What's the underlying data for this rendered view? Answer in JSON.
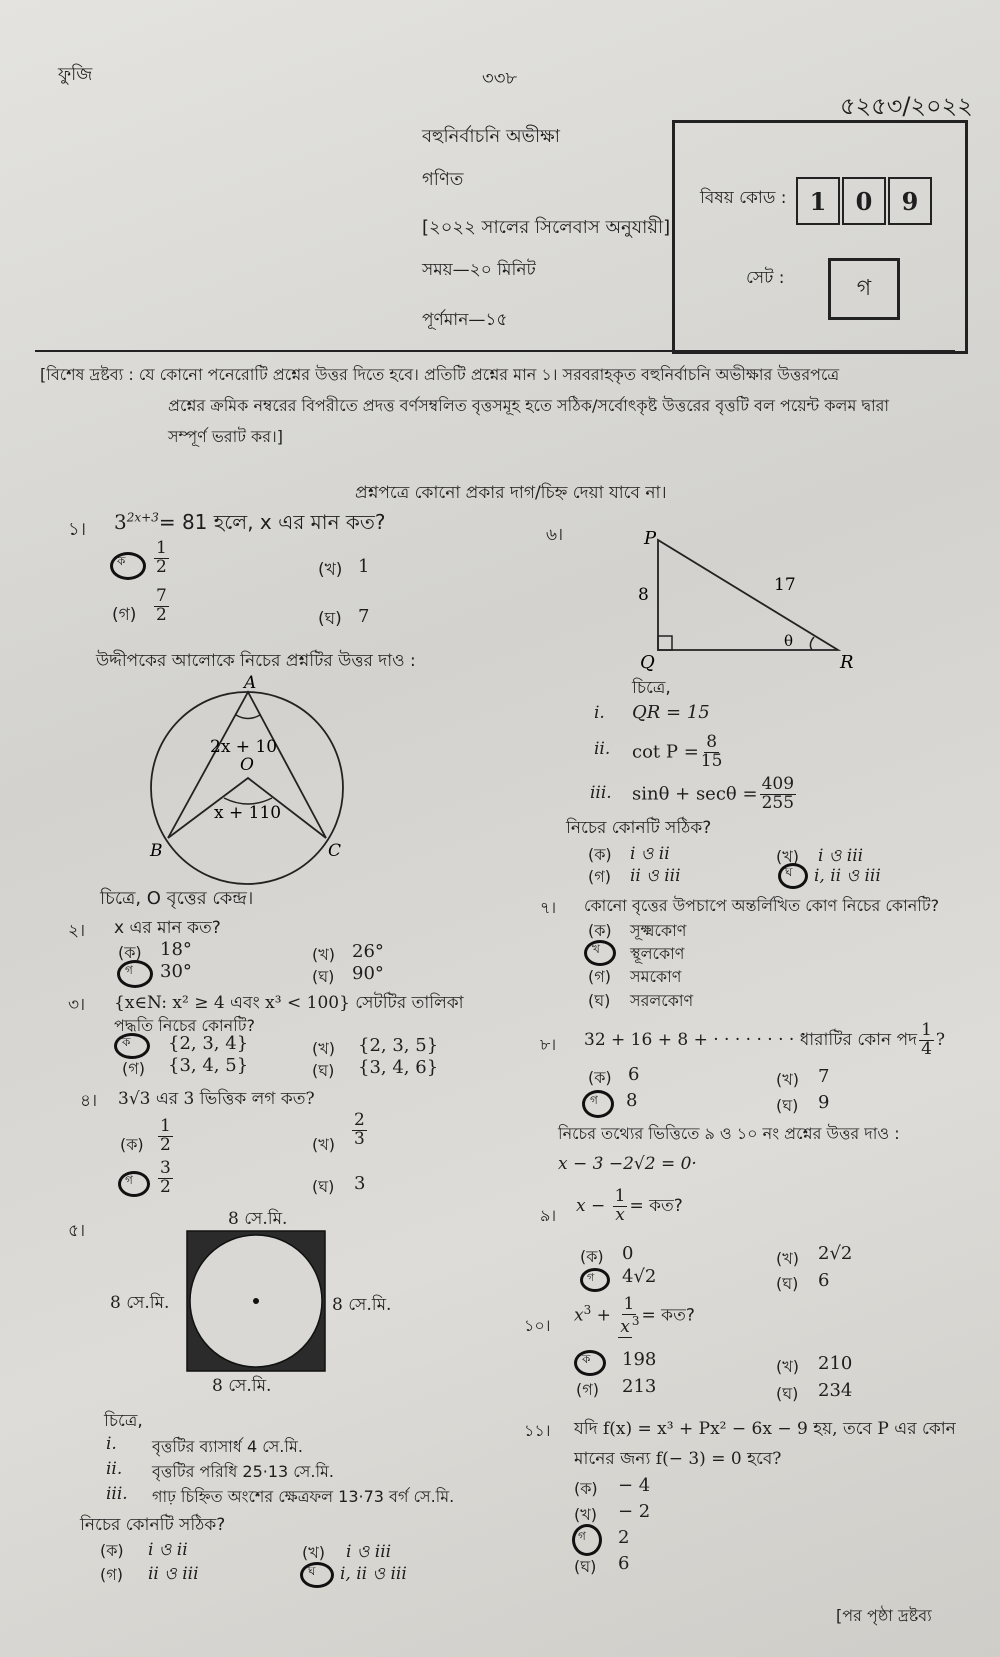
{
  "header": {
    "left_label": "ফুজি",
    "page_no": "৩৩৮",
    "exam_ref": "৫২৫৩/২০২২",
    "exam_type": "বহুনির্বাচনি অভীক্ষা",
    "subject": "গণিত",
    "syllabus": "[২০২২ সালের সিলেবাস অনুযায়ী]",
    "time": "সময়—২০ মিনিট",
    "full_marks": "পূর্ণমান—১৫",
    "subject_code_label": "বিষয় কোড :",
    "subject_code": [
      "1",
      "0",
      "9"
    ],
    "set_label": "সেট :",
    "set_value": "গ"
  },
  "instructions": {
    "line1": "[বিশেষ দ্রষ্টব্য : যে কোনো পনেরোটি প্রশ্নের উত্তর দিতে হবে। প্রতিটি প্রশ্নের মান ১। সরবরাহকৃত বহুনির্বাচনি অভীক্ষার উত্তরপত্রে",
    "line2": "প্রশ্নের ক্রমিক নম্বরের বিপরীতে প্রদত্ত বর্ণসম্বলিত বৃত্তসমূহ হতে সঠিক/সর্বোৎকৃষ্ট উত্তরের বৃত্তটি বল পয়েন্ট কলম দ্বারা",
    "line3": "সম্পূর্ণ ভরাট কর।]",
    "warning": "প্রশ্নপত্রে কোনো প্রকার দাগ/চিহ্ন দেয়া যাবে না।"
  },
  "questions": {
    "q1": {
      "num": "১।",
      "tail": "= 81 হলে, x এর মান কত?",
      "ka": "ক",
      "kha": "(খ)",
      "kha_val": "1",
      "ga": "(গ)",
      "gha": "(ঘ)",
      "gha_val": "7"
    },
    "stimulus": "উদ্দীপকের আলোকে নিচের প্রশ্নটির উত্তর দাও :",
    "figure1": {
      "A": "A",
      "B": "B",
      "C": "C",
      "O": "O",
      "angle_top": "2x + 10",
      "angle_bottom": "x + 110"
    },
    "caption1": "চিত্রে, O বৃত্তের কেন্দ্র।",
    "q2": {
      "num": "২।",
      "text": "x এর মান কত?",
      "ka": "(ক)",
      "ka_val": "18°",
      "kha": "(খ)",
      "kha_val": "26°",
      "ga": "গ",
      "ga_val": "30°",
      "gha": "(ঘ)",
      "gha_val": "90°"
    },
    "q3": {
      "num": "৩।",
      "text": "{x∈N: x² ≥ 4 এবং x³ < 100} সেটটির তালিকা",
      "text2": "পদ্ধতি নিচের কোনটি?",
      "ka": "ক",
      "ka_val": "{2, 3, 4}",
      "kha": "(খ)",
      "kha_val": "{2, 3, 5}",
      "ga": "(গ)",
      "ga_val": "{3, 4, 5}",
      "gha": "(ঘ)",
      "gha_val": "{3, 4, 6}"
    },
    "q4": {
      "num": "৪।",
      "text": "3√3 এর 3 ভিত্তিক লগ কত?",
      "ka": "(ক)",
      "kha": "(খ)",
      "ga": "গ",
      "gha": "(ঘ)",
      "gha_val": "3"
    },
    "q5": {
      "num": "৫।",
      "side_top": "8 সে.মি.",
      "side_left": "8 সে.মি.",
      "side_right": "8 সে.মি.",
      "side_bottom": "8 সে.মি.",
      "caption": "চিত্রে,",
      "i": "i.",
      "i_text": "বৃত্তটির ব্যাসার্ধ 4 সে.মি.",
      "ii": "ii.",
      "ii_text": "বৃত্তটির পরিধি 25·13 সে.মি.",
      "iii": "iii.",
      "iii_text": "গাঢ় চিহ্নিত অংশের ক্ষেত্রফল 13·73 বর্গ সে.মি.",
      "question": "নিচের কোনটি সঠিক?",
      "ka": "(ক)",
      "ka_val": "i ও ii",
      "kha": "(খ)",
      "kha_val": "i ও iii",
      "ga": "(গ)",
      "ga_val": "ii ও iii",
      "gha": "ঘ",
      "gha_val": "i, ii ও iii"
    },
    "q6": {
      "num": "৬।",
      "P": "P",
      "Q": "Q",
      "R": "R",
      "side_pq": "8",
      "side_pr": "17",
      "theta": "θ",
      "caption": "চিত্রে,",
      "i": "i.",
      "i_text": "QR = 15",
      "ii": "ii.",
      "ii_text": "cot P =",
      "iii": "iii.",
      "iii_text": "sinθ + secθ =",
      "question": "নিচের কোনটি সঠিক?",
      "ka": "(ক)",
      "ka_val": "i ও ii",
      "kha": "(খ)",
      "kha_val": "i ও iii",
      "ga": "(গ)",
      "ga_val": "ii ও iii",
      "gha": "ঘ",
      "gha_val": "i, ii ও iii"
    },
    "q7": {
      "num": "৭।",
      "text": "কোনো বৃত্তের উপচাপে অন্তর্লিখিত কোণ নিচের কোনটি?",
      "ka": "(ক)",
      "ka_val": "সূক্ষ্মকোণ",
      "kha": "খ",
      "kha_val": "স্থূলকোণ",
      "ga": "(গ)",
      "ga_val": "সমকোণ",
      "gha": "(ঘ)",
      "gha_val": "সরলকোণ"
    },
    "q8": {
      "num": "৮।",
      "text": "32 + 16 + 8 + · · · · · · · · ধারাটির কোন পদ",
      "ka": "(ক)",
      "ka_val": "6",
      "kha": "(খ)",
      "kha_val": "7",
      "ga": "গ",
      "ga_val": "8",
      "gha": "(ঘ)",
      "gha_val": "9"
    },
    "stimulus2": "নিচের তথ্যের ভিত্তিতে ৯ ও ১০ নং প্রশ্নের উত্তর দাও :",
    "given": "x − 3 −2√2 = 0·",
    "q9": {
      "num": "৯।",
      "text_end": "= কত?",
      "ka": "(ক)",
      "ka_val": "0",
      "kha": "(খ)",
      "kha_val": "2√2",
      "ga": "গ",
      "ga_val": "4√2",
      "gha": "(ঘ)",
      "gha_val": "6"
    },
    "q10": {
      "num": "১০।",
      "text_end": "= কত?",
      "ka": "ক",
      "ka_val": "198",
      "kha": "(খ)",
      "kha_val": "210",
      "ga": "(গ)",
      "ga_val": "213",
      "gha": "(ঘ)",
      "gha_val": "234"
    },
    "q11": {
      "num": "১১।",
      "text": "যদি f(x) = x³ + Px² − 6x − 9 হয়, তবে P এর কোন",
      "text2": "মানের জন্য f(− 3) = 0 হবে?",
      "ka": "(ক)",
      "ka_val": "− 4",
      "kha": "(খ)",
      "kha_val": "− 2",
      "ga": "গ",
      "ga_val": "2",
      "gha": "(ঘ)",
      "gha_val": "6"
    }
  },
  "footer": {
    "continue": "[পর পৃষ্ঠা দ্রষ্টব্য"
  }
}
